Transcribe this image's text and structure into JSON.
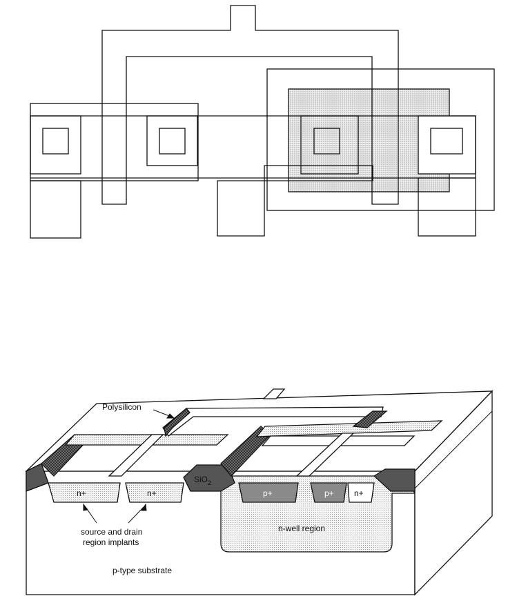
{
  "labels": {
    "polysilicon": "Polysilicon",
    "sio2_main": "SiO",
    "sio2_sub": "2",
    "n_plus_left": "n+",
    "n_plus_mid": "n+",
    "p_plus_left": "p+",
    "p_plus_right": "p+",
    "n_plus_right": "n+",
    "n_well": "n-well region",
    "implants_line1": "source and drain",
    "implants_line2": "region implants",
    "substrate": "p-type substrate"
  },
  "colors": {
    "line": "#111111",
    "dot_fill": "#d9d9d9",
    "ox_dark": "#555555",
    "well_fill": "#e4e4e4"
  }
}
